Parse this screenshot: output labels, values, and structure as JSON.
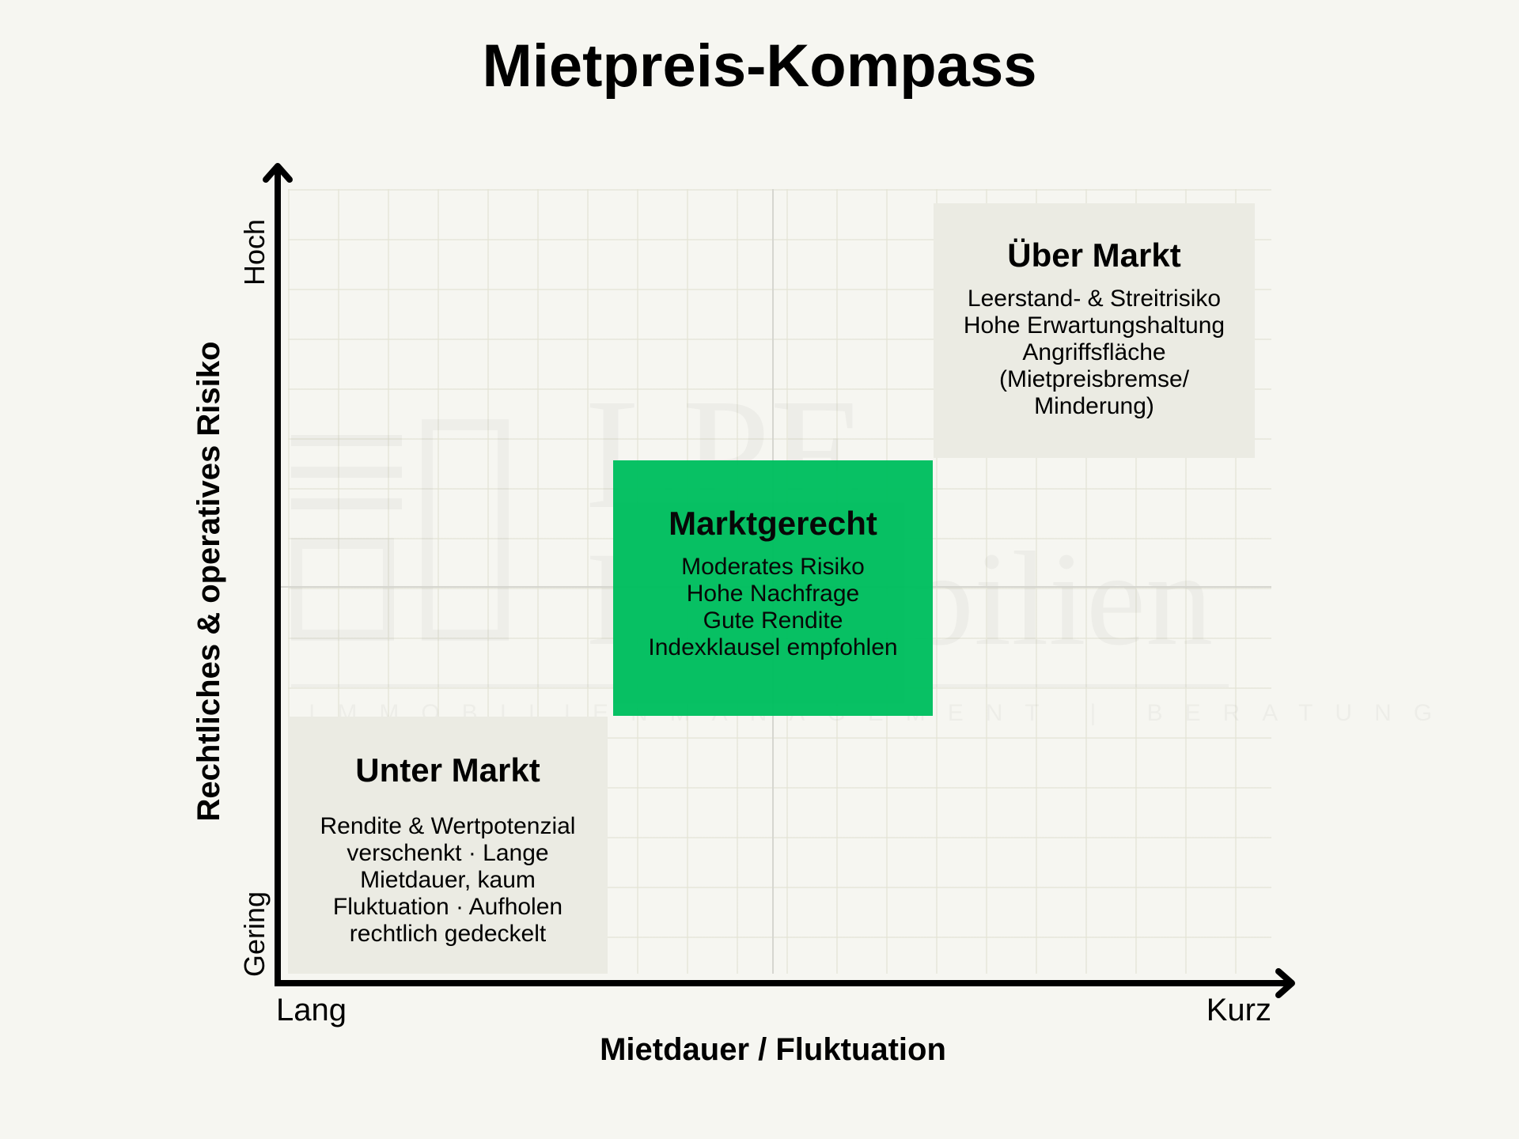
{
  "title": "Mietpreis-Kompass",
  "watermark": {
    "brand": "LPE",
    "name": "Immobilien",
    "tagline": "IMMOBILIENMANAGEMENT | BERATUNG"
  },
  "axes": {
    "y_title": "Rechtliches & operatives Risiko",
    "y_high": "Hoch",
    "y_low": "Gering",
    "x_title": "Mietdauer / Fluktuation",
    "x_left": "Lang",
    "x_right": "Kurz"
  },
  "quadrants": [
    {
      "title": "Über Markt",
      "lines": [
        "Leerstand- & Streitrisiko",
        "Hohe Erwartungshaltung",
        "Angriffsfläche",
        "(Mietpreisbremse/",
        "Minderung)"
      ],
      "color": "#ebebe3"
    },
    {
      "title": "Marktgerecht",
      "lines": [
        "Moderates Risiko",
        "Hohe Nachfrage",
        "Gute Rendite",
        "Indexklausel empfohlen"
      ],
      "color": "#00bf5f"
    },
    {
      "title": "Unter Markt",
      "lines": [
        "Rendite & Wertpotenzial",
        "verschenkt · Lange",
        "Mietdauer, kaum",
        "Fluktuation · Aufholen",
        "rechtlich gedeckelt"
      ],
      "color": "#ebebe3"
    }
  ]
}
